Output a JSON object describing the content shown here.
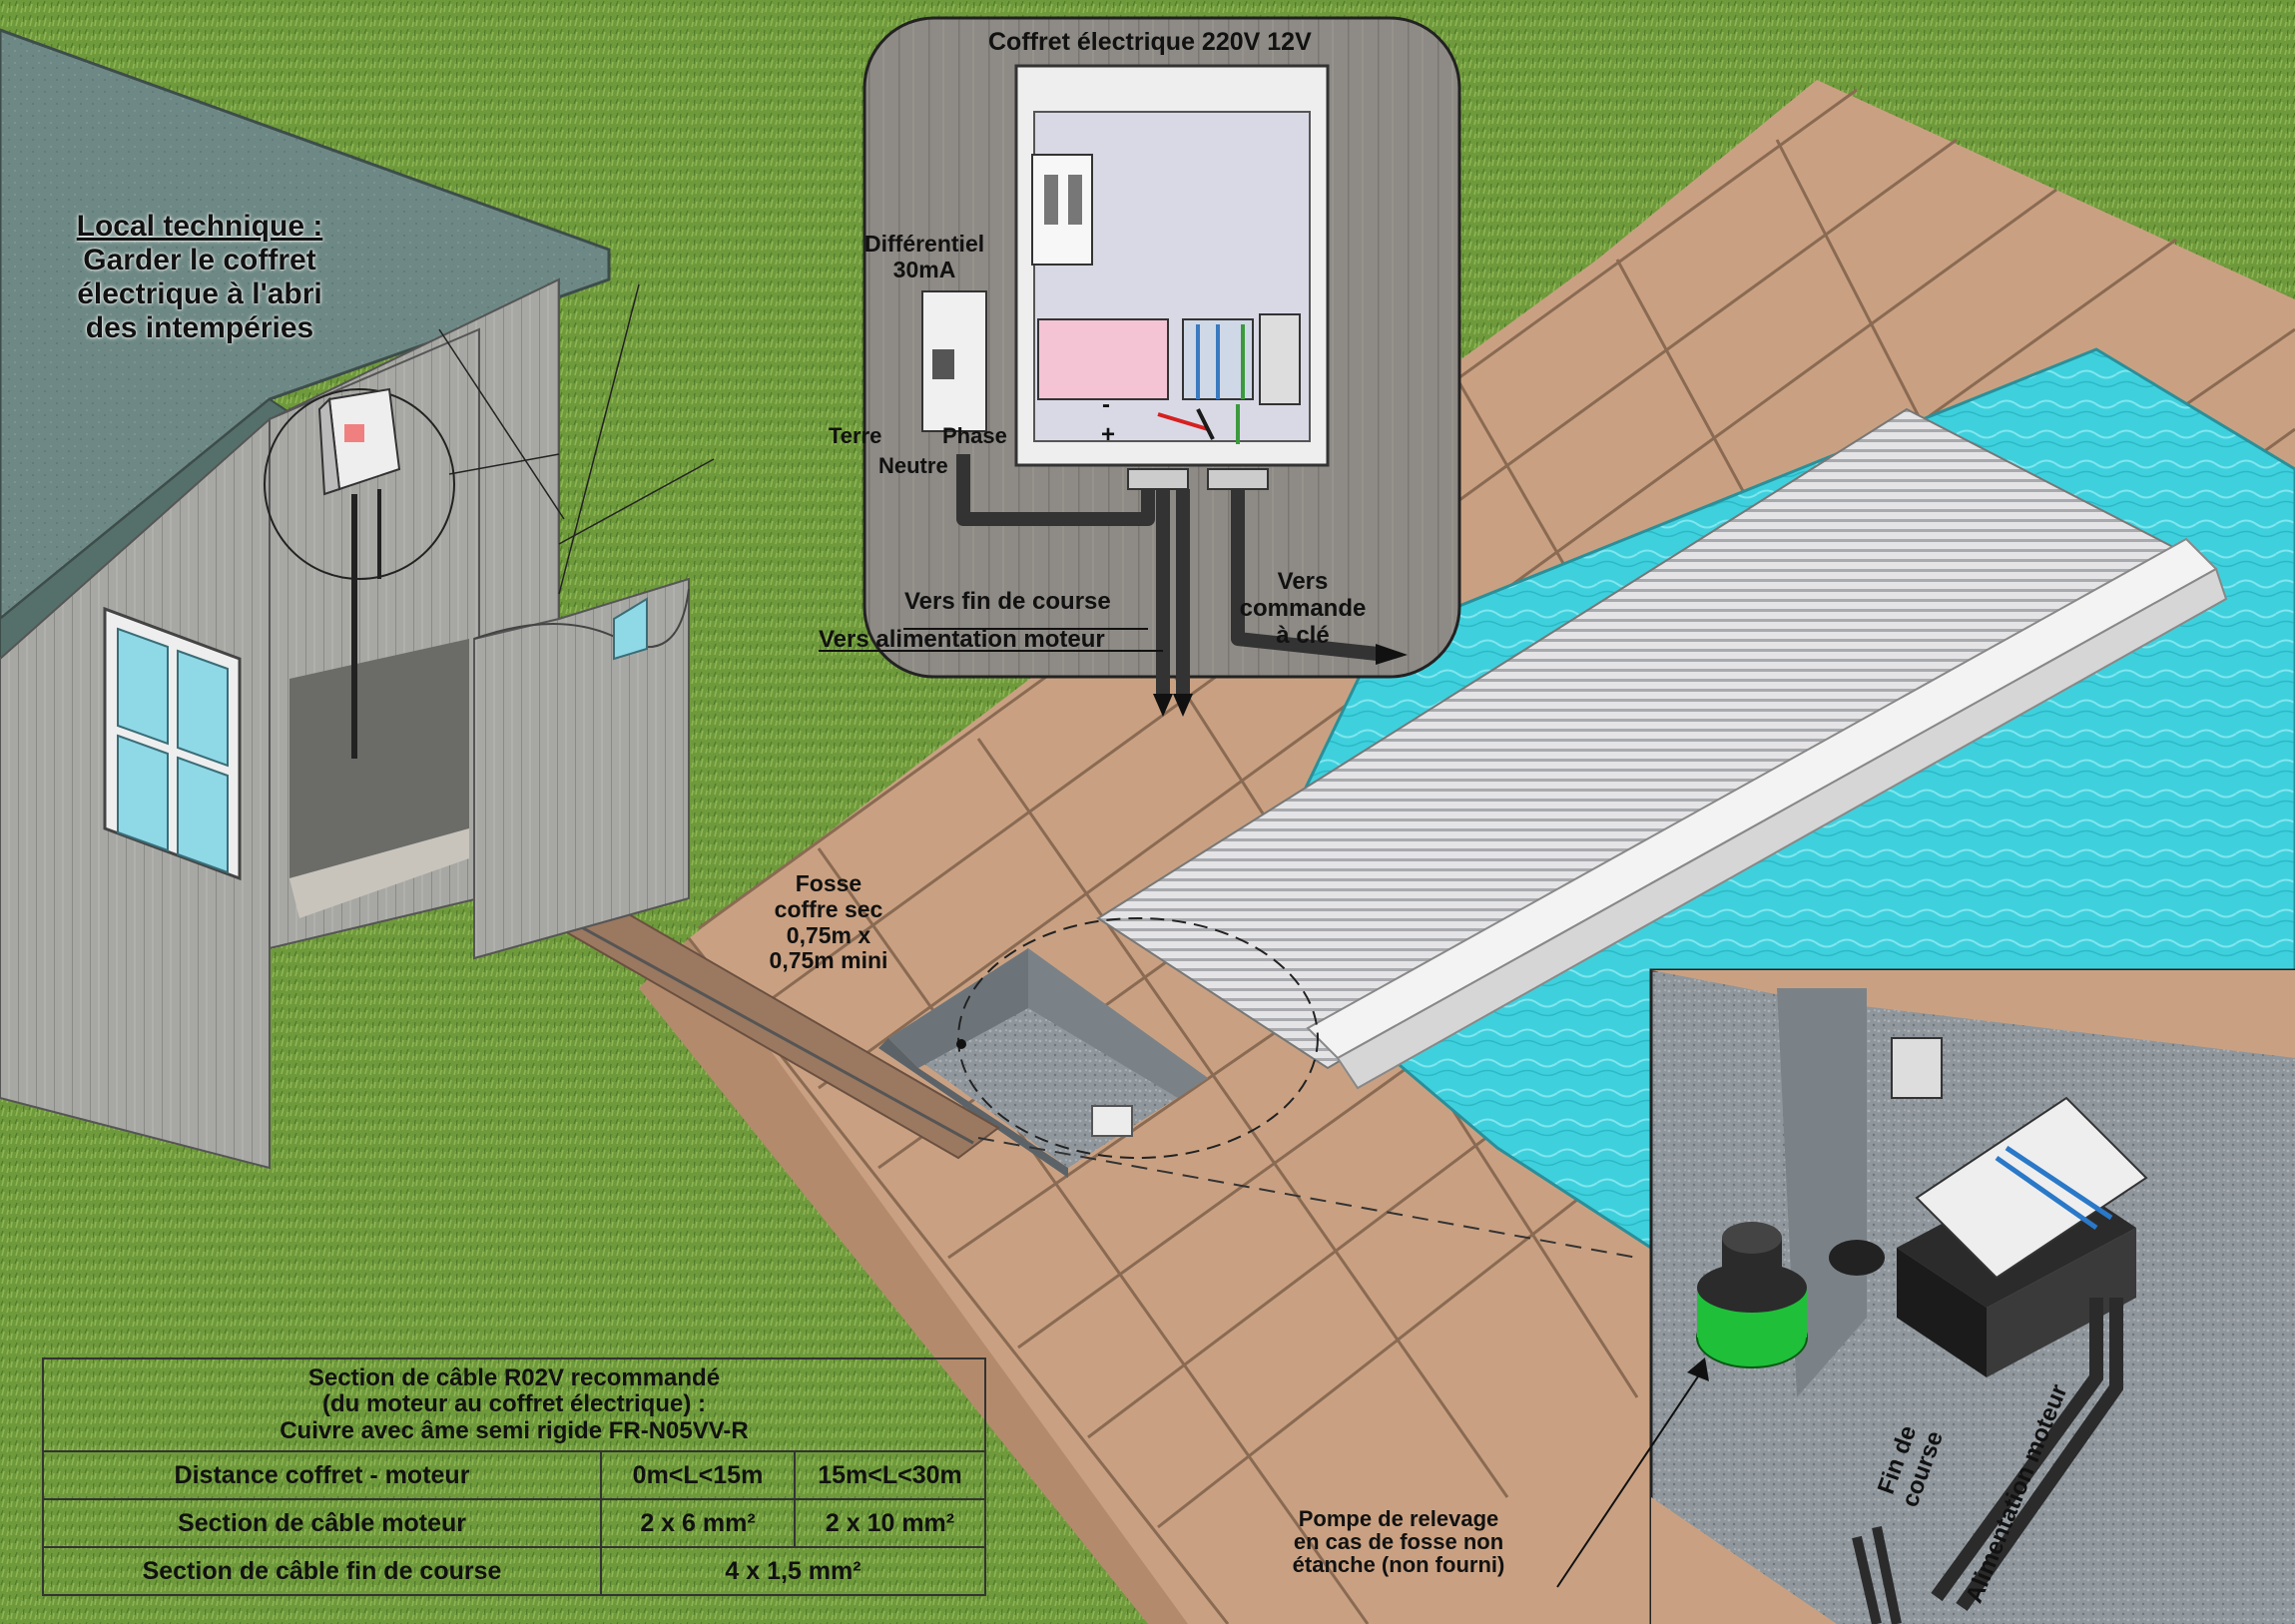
{
  "local_technique": {
    "title": "Local technique :",
    "lines": [
      "Garder le coffret",
      "électrique à l'abri",
      "des intempéries"
    ]
  },
  "coffret": {
    "title": "Coffret électrique 220V  12V",
    "differentiel": [
      "Différentiel",
      "30mA"
    ],
    "terre": "Terre",
    "phase": "Phase",
    "neutre": "Neutre",
    "minus": "-",
    "plus": "+",
    "vers_fin_de_course": "Vers fin de course",
    "vers_alimentation_moteur": "Vers alimentation moteur",
    "vers_commande": [
      "Vers",
      "commande",
      "à clé"
    ]
  },
  "fosse": {
    "lines": [
      "Fosse",
      "coffre sec",
      "0,75m x",
      "0,75m mini"
    ]
  },
  "pompe": {
    "lines": [
      "Pompe de relevage",
      "en cas de fosse non",
      "étanche (non fourni)"
    ]
  },
  "inset": {
    "fin_de_course": [
      "Fin de",
      "course"
    ],
    "alimentation_moteur": "Alimentation moteur"
  },
  "cable_table": {
    "title_lines": [
      "Section de câble R02V recommandé",
      "(du moteur au coffret électrique) :",
      "Cuivre avec âme semi rigide FR-N05VV-R"
    ],
    "rows": [
      {
        "label": "Distance coffret - moteur",
        "c1": "0m<L<15m",
        "c2": "15m<L<30m"
      },
      {
        "label": "Section de câble moteur",
        "c1": "2 x 6 mm²",
        "c2": "2 x 10 mm²"
      },
      {
        "label": "Section de câble fin de course",
        "c12": "4 x 1,5 mm²"
      }
    ]
  },
  "colors": {
    "grass": "#6f9a3c",
    "tile": "#c9a182",
    "water": "#3fd0dd",
    "wood": "#a9a9a4",
    "roof": "#6f8a86",
    "box": "#d9d9e6"
  }
}
